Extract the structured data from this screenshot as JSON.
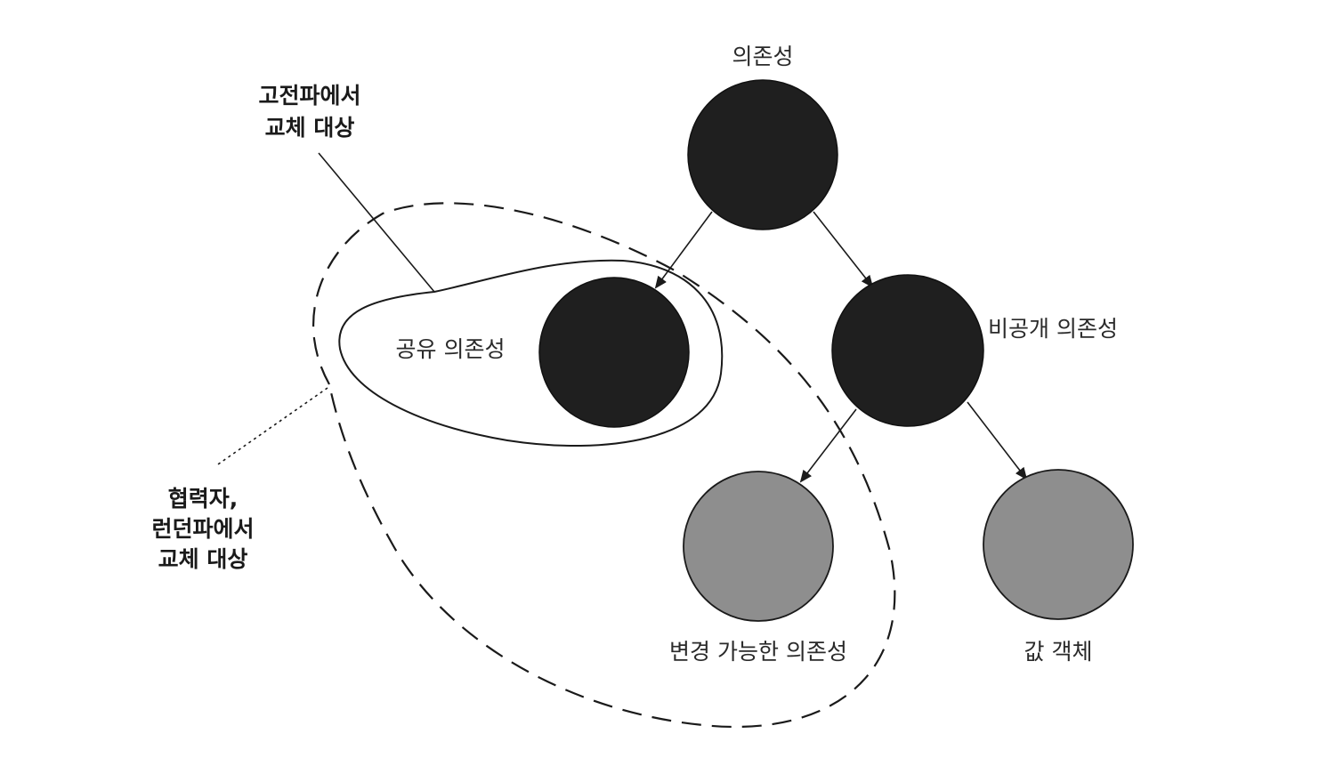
{
  "colors": {
    "dark_node": "#1f1f1f",
    "gray_node": "#8e8e8e",
    "stroke": "#1a1a1a",
    "background": "#ffffff"
  },
  "nodes": {
    "dependency": {
      "label": "의존성"
    },
    "shared_dependency": {
      "label": "공유 의존성"
    },
    "private_dependency": {
      "label": "비공개 의존성"
    },
    "mutable_dependency": {
      "label": "변경 가능한 의존성"
    },
    "value_object": {
      "label": "값 객체"
    }
  },
  "callouts": {
    "classical": {
      "lines": [
        "고전파에서",
        "교체 대상"
      ]
    },
    "london": {
      "lines": [
        "협력자,",
        "런던파에서",
        "교체 대상"
      ]
    }
  }
}
